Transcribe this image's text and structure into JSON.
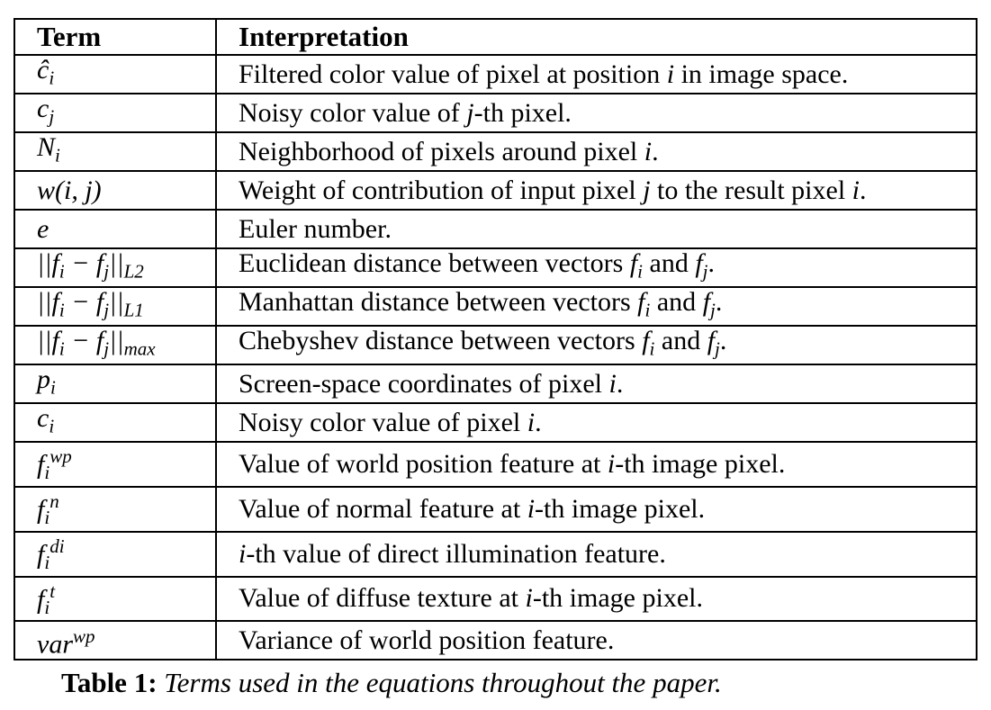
{
  "table": {
    "headers": [
      "Term",
      "Interpretation"
    ],
    "rows": [
      {
        "term": "ĉ_i",
        "interpretation": "Filtered color value of pixel at position i in image space."
      },
      {
        "term": "c_j",
        "interpretation": "Noisy color value of j-th pixel."
      },
      {
        "term": "N_i",
        "interpretation": "Neighborhood of pixels around pixel i."
      },
      {
        "term": "w(i, j)",
        "interpretation": "Weight of contribution of input pixel j to the result pixel i."
      },
      {
        "term": "e",
        "interpretation": "Euler number."
      },
      {
        "term": "||f_i − f_j||_L2",
        "interpretation": "Euclidean distance between vectors f_i and f_j."
      },
      {
        "term": "||f_i − f_j||_L1",
        "interpretation": "Manhattan distance between vectors f_i and f_j."
      },
      {
        "term": "||f_i − f_j||_max",
        "interpretation": "Chebyshev distance between vectors f_i and f_j."
      },
      {
        "term": "p_i",
        "interpretation": "Screen-space coordinates of pixel i."
      },
      {
        "term": "c_i",
        "interpretation": "Noisy color value of pixel i."
      },
      {
        "term": "f_i^wp",
        "interpretation": "Value of world position feature at i-th image pixel."
      },
      {
        "term": "f_i^n",
        "interpretation": "Value of normal feature at i-th image pixel."
      },
      {
        "term": "f_i^di",
        "interpretation": "i-th value of direct illumination feature."
      },
      {
        "term": "f_i^t",
        "interpretation": "Value of diffuse texture at i-th image pixel."
      },
      {
        "term": "var^wp",
        "interpretation": "Variance of world position feature."
      }
    ]
  },
  "caption": {
    "label": "Table 1:",
    "text": "Terms used in the equations throughout the paper."
  }
}
